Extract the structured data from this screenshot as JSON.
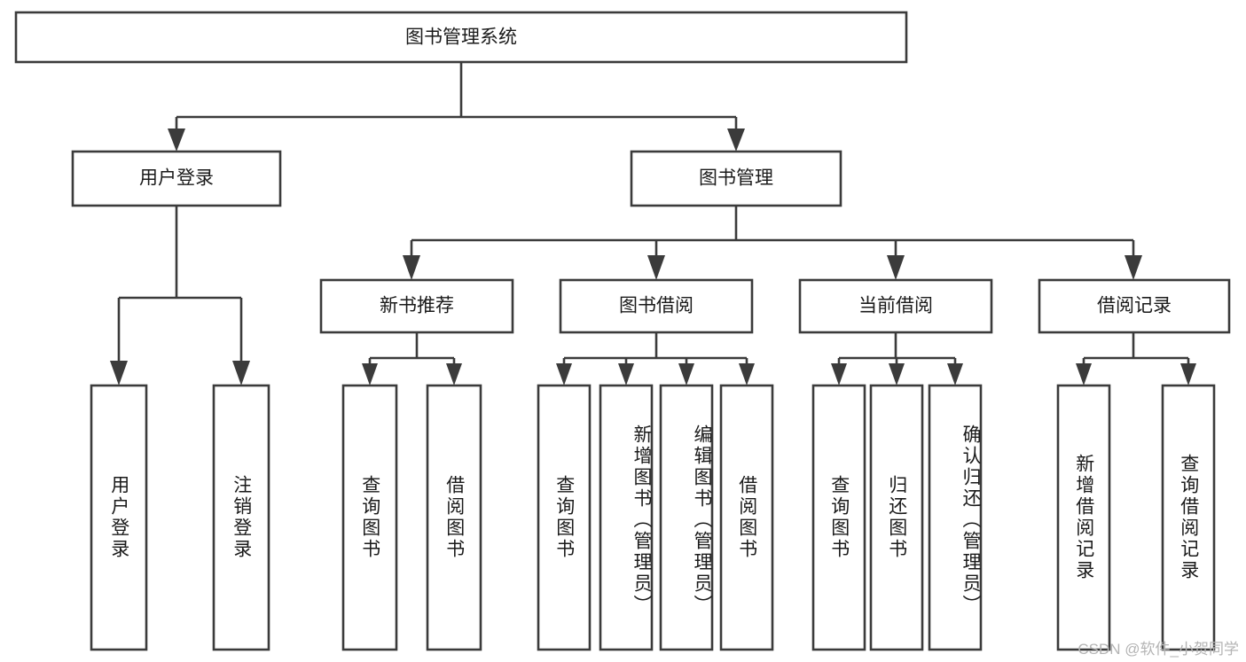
{
  "diagram": {
    "type": "tree-hierarchy-flowchart",
    "title": "图书管理系统",
    "background_color": "#ffffff",
    "box_stroke_color": "#3b3b3b",
    "box_fill_color": "#ffffff",
    "text_color": "#1a1a1a",
    "root": {
      "id": "root",
      "label": "图书管理系统",
      "orientation": "horizontal"
    },
    "level2": [
      {
        "id": "user-login",
        "label": "用户登录",
        "orientation": "horizontal"
      },
      {
        "id": "book-management",
        "label": "图书管理",
        "orientation": "horizontal"
      }
    ],
    "level3": [
      {
        "id": "new-book-recommend",
        "label": "新书推荐",
        "orientation": "horizontal",
        "parent": "book-management"
      },
      {
        "id": "book-borrow",
        "label": "图书借阅",
        "orientation": "horizontal",
        "parent": "book-management"
      },
      {
        "id": "current-borrow",
        "label": "当前借阅",
        "orientation": "horizontal",
        "parent": "book-management"
      },
      {
        "id": "borrow-record",
        "label": "借阅记录",
        "orientation": "horizontal",
        "parent": "book-management"
      }
    ],
    "leaves": [
      {
        "id": "leaf-user-login",
        "label": "用户登录",
        "parent": "user-login",
        "orientation": "vertical",
        "align": "middle"
      },
      {
        "id": "leaf-logout-login",
        "label": "注销登录",
        "parent": "user-login",
        "orientation": "vertical",
        "align": "middle"
      },
      {
        "id": "leaf-query-book-1",
        "label": "查询图书",
        "parent": "new-book-recommend",
        "orientation": "vertical",
        "align": "middle"
      },
      {
        "id": "leaf-borrow-book-1",
        "label": "借阅图书",
        "parent": "new-book-recommend",
        "orientation": "vertical",
        "align": "middle"
      },
      {
        "id": "leaf-query-book-2",
        "label": "查询图书",
        "parent": "book-borrow",
        "orientation": "vertical",
        "align": "middle"
      },
      {
        "id": "leaf-add-book-admin",
        "label": "新增图书（管理员）",
        "parent": "book-borrow",
        "orientation": "vertical",
        "align": "top"
      },
      {
        "id": "leaf-edit-book-admin",
        "label": "编辑图书（管理员）",
        "parent": "book-borrow",
        "orientation": "vertical",
        "align": "top"
      },
      {
        "id": "leaf-borrow-book-2",
        "label": "借阅图书",
        "parent": "book-borrow",
        "orientation": "vertical",
        "align": "middle"
      },
      {
        "id": "leaf-query-book-3",
        "label": "查询图书",
        "parent": "current-borrow",
        "orientation": "vertical",
        "align": "middle"
      },
      {
        "id": "leaf-return-book",
        "label": "归还图书",
        "parent": "current-borrow",
        "orientation": "vertical",
        "align": "middle"
      },
      {
        "id": "leaf-confirm-return-admin",
        "label": "确认归还（管理员）",
        "parent": "current-borrow",
        "orientation": "vertical",
        "align": "top"
      },
      {
        "id": "leaf-add-borrow-record",
        "label": "新增借阅记录",
        "parent": "borrow-record",
        "orientation": "vertical",
        "align": "middle"
      },
      {
        "id": "leaf-query-borrow-record",
        "label": "查询借阅记录",
        "parent": "borrow-record",
        "orientation": "vertical",
        "align": "middle"
      }
    ]
  },
  "watermark": {
    "text": "CSDN @软件_小贺同学",
    "color": "#b4b4b4"
  }
}
